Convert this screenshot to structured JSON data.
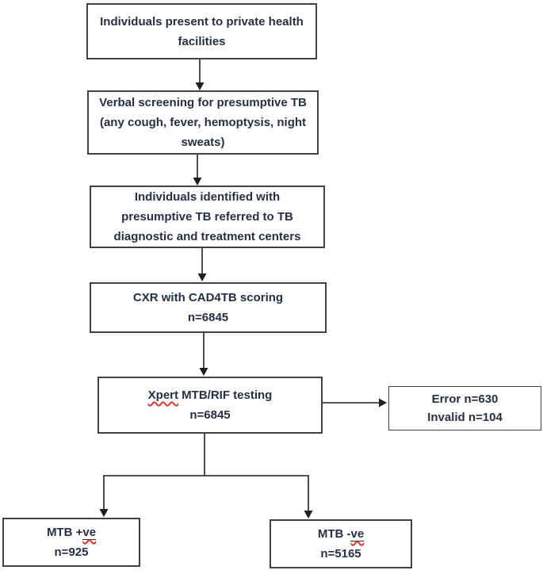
{
  "colors": {
    "background": "#ffffff",
    "box_border": "#414141",
    "text": "#272f45",
    "arrow": "#1f1f1f",
    "spellcheck_squiggle": "#d63a2c"
  },
  "flowchart": {
    "box_private": {
      "line1": "Individuals present to private health",
      "line2": "facilities"
    },
    "box_screening": {
      "line1": "Verbal screening for presumptive TB",
      "line2": "(any cough, fever, hemoptysis, night",
      "line3": "sweats)"
    },
    "box_identified": {
      "line1": "Individuals identified with",
      "line2": "presumptive TB referred to TB",
      "line3": "diagnostic and treatment centers"
    },
    "box_cxr": {
      "line1": "CXR with CAD4TB scoring",
      "line2": "n=6845"
    },
    "box_xpert": {
      "misspelled": "Xpert",
      "line1_rest": " MTB/RIF testing",
      "line2": "n=6845"
    },
    "box_error": {
      "line1": "Error n=630",
      "line2": "Invalid n=104"
    },
    "box_mtb_positive": {
      "prefix": "MTB +",
      "misspelled": "ve",
      "count": "n=925"
    },
    "box_mtb_negative": {
      "prefix": "MTB -",
      "misspelled": "ve",
      "count": "n=5165"
    }
  }
}
